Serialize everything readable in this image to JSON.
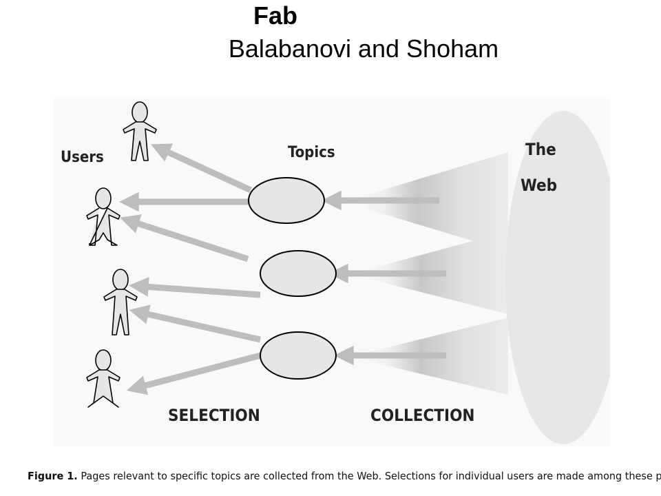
{
  "slide": {
    "title": "Fab",
    "subtitle": "Balabanovi and Shoham"
  },
  "diagram": {
    "labels": {
      "users": "Users",
      "topics": "Topics",
      "web_line1": "The",
      "web_line2": "Web",
      "selection": "SELECTION",
      "collection": "COLLECTION"
    },
    "background_color": "#fbf8fb",
    "arrow_color": "#bdbdbd",
    "node_fill": "#e6e6e6"
  },
  "caption": {
    "label": "Figure 1.",
    "text": " Pages relevant to specific topics are collected from the Web. Selections for individual users are made among these pages."
  }
}
